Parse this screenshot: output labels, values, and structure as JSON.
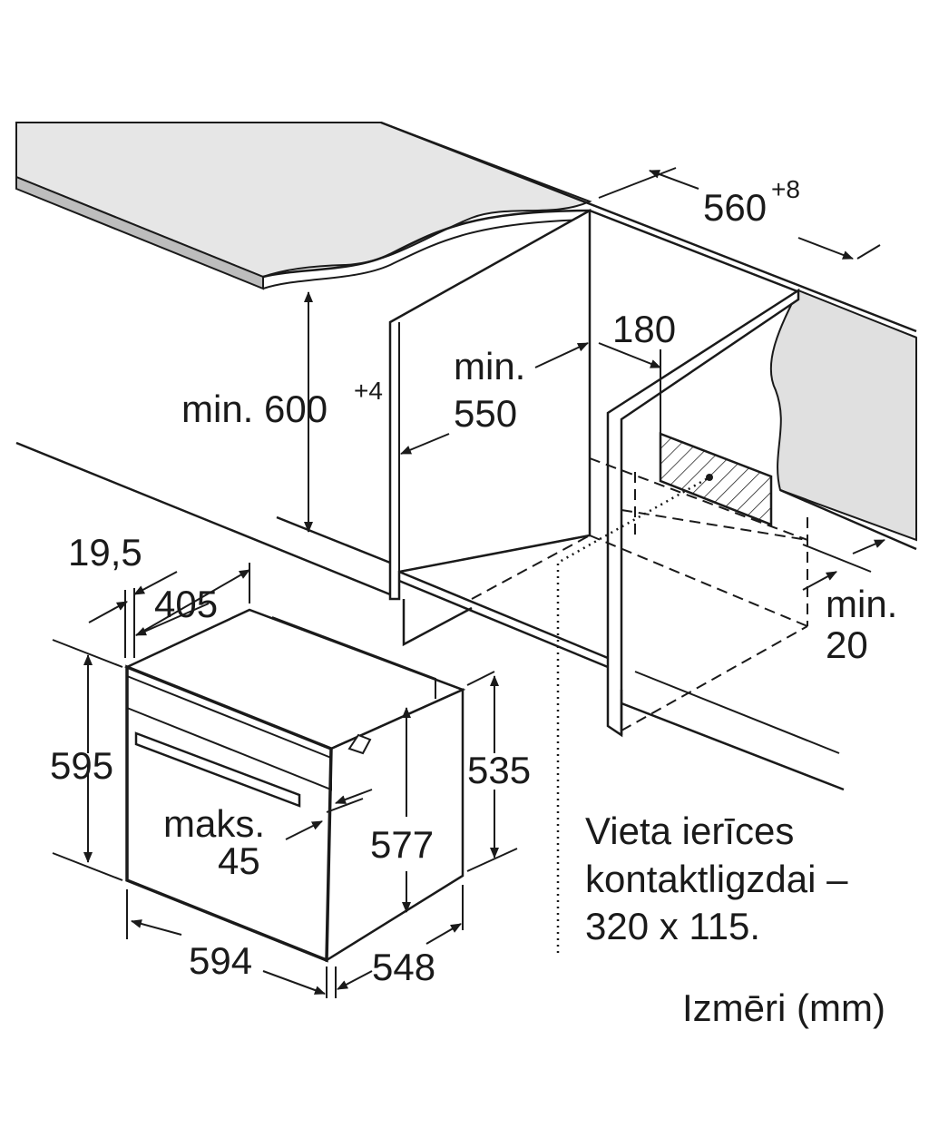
{
  "labels": {
    "width_niche": "560",
    "width_niche_tol": "+8",
    "depth_180": "180",
    "min_550_a": "min.",
    "min_550_b": "550",
    "height_niche": "min. 600",
    "height_niche_tol": "+4",
    "d_19_5": "19,5",
    "d_405": "405",
    "h_595": "595",
    "h_535": "535",
    "maks_a": "maks.",
    "maks_b": "45",
    "h_577": "577",
    "w_594": "594",
    "d_548": "548",
    "min20_a": "min.",
    "min20_b": "20",
    "note_line1": "Vieta ierīces",
    "note_line2": "kontaktligzdai –",
    "note_line3": "320 x 115.",
    "units": "Izmēri (mm)"
  },
  "colors": {
    "line": "#1a1a1a",
    "worktop": "#e6e6e6",
    "wall": "#e0e0e0"
  }
}
